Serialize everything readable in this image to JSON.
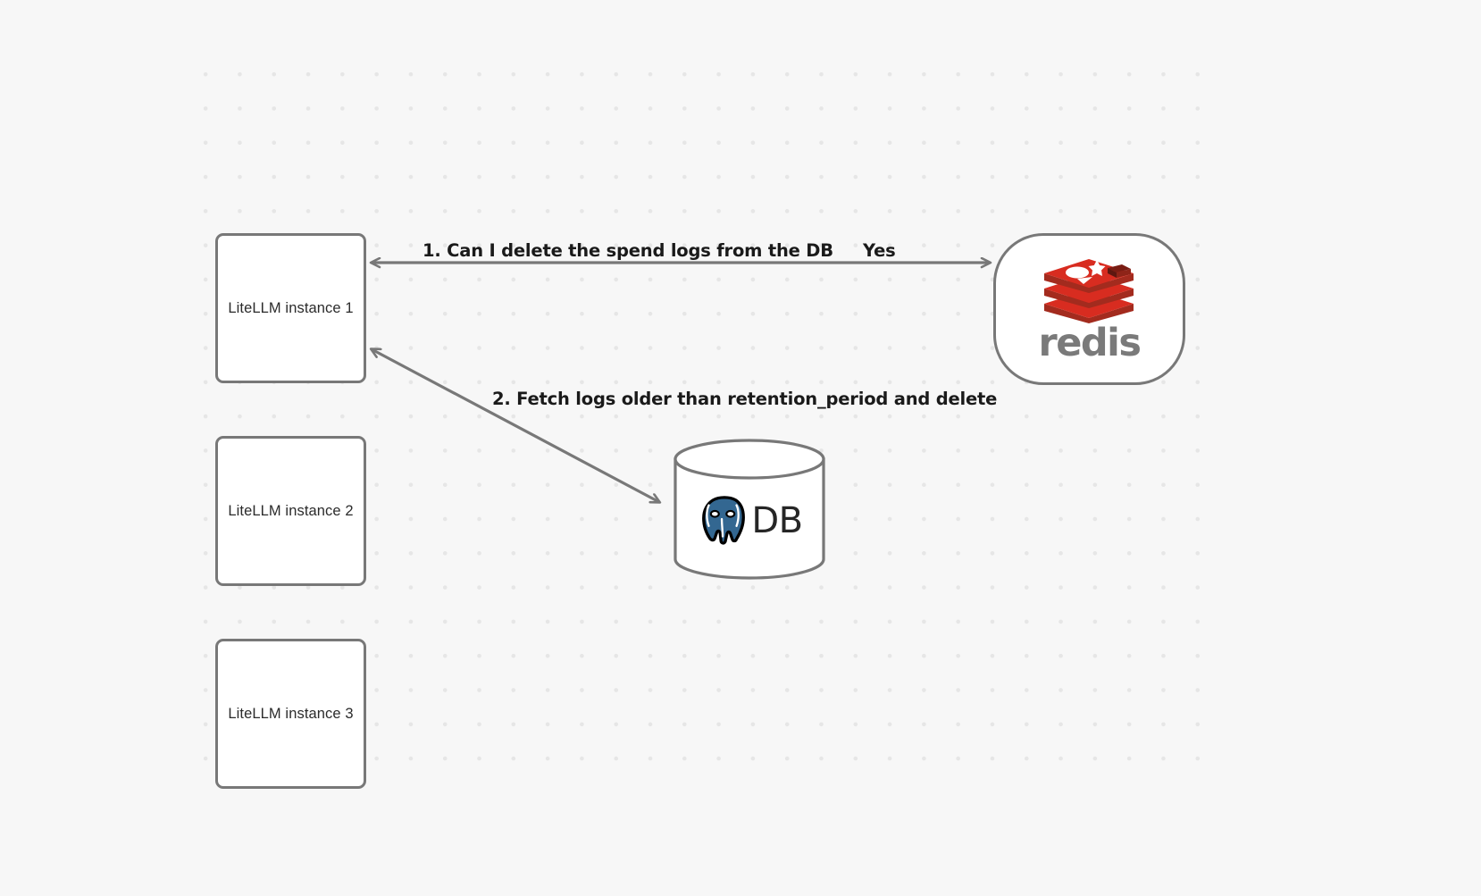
{
  "canvas": {
    "background_color": "#f7f7f7",
    "grid_dot_color": "#e6e6e6",
    "node_border_color": "#787878",
    "edge_color": "#787878"
  },
  "nodes": [
    {
      "id": "litellm-1",
      "label": "LiteLLM instance 1"
    },
    {
      "id": "litellm-2",
      "label": "LiteLLM instance 2"
    },
    {
      "id": "litellm-3",
      "label": "LiteLLM instance 3"
    },
    {
      "id": "redis",
      "label": "redis",
      "logo": "redis-logo",
      "brand_color": "#d82c20"
    },
    {
      "id": "db",
      "label": "DB",
      "logo": "postgresql-elephant-icon",
      "brand_color": "#336791"
    }
  ],
  "edges": [
    {
      "id": "edge-1",
      "from": "litellm-1",
      "to": "redis",
      "direction": "bidirectional",
      "label": "1.  Can I delete the spend logs from the DB",
      "reply_label": "Yes"
    },
    {
      "id": "edge-2",
      "from": "litellm-1",
      "to": "db",
      "direction": "bidirectional",
      "label": "2.  Fetch logs older than retention_period and delete"
    }
  ]
}
